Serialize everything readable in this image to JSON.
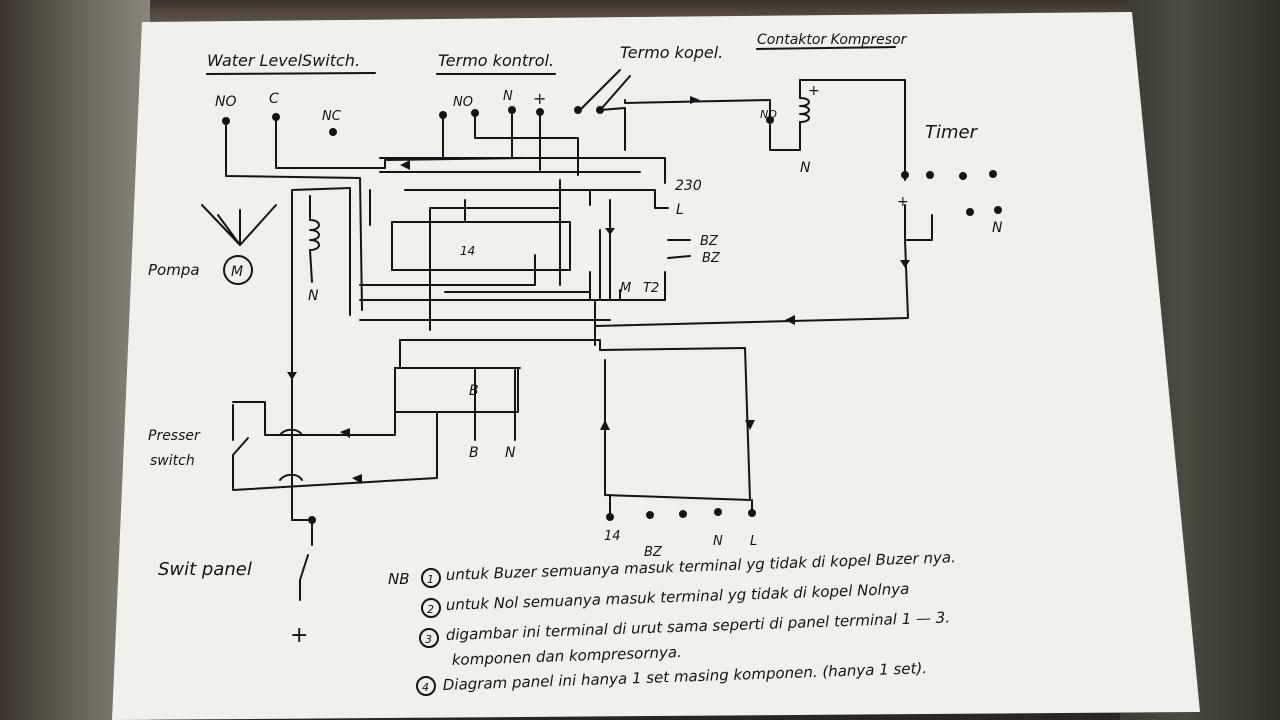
{
  "labels": {
    "water_level_switch": "Water LevelSwitch.",
    "termo_kontrol": "Termo kontrol.",
    "termo_kopel": "Termo kopel.",
    "contaktor_kompresor": "Contaktor Kompresor",
    "timer": "Timer",
    "pompa": "Pompa",
    "motor_symbol": "M",
    "n_label": "N",
    "presser_switch_1": "Presser",
    "presser_switch_2": "switch",
    "swit_panel": "Swit panel",
    "plus": "+",
    "wl_no": "NO",
    "wl_c": "C",
    "wl_nc": "NC",
    "tk_no": "NO",
    "tk_n": "N",
    "tk_plus": "+",
    "t230": "230",
    "tl": "L",
    "tbz1": "BZ",
    "tbz2": "BZ",
    "tm": "M",
    "tt2": "T2",
    "t14": "14",
    "c_no": "NO",
    "c_n": "N",
    "c_plus": "+",
    "timer_plus": "+",
    "timer_n": "N",
    "b_label": "B",
    "bn_b": "B",
    "bn_n": "N",
    "bot_14": "14",
    "bot_bz": "BZ",
    "bot_n": "N",
    "bot_l": "L"
  },
  "notes": {
    "nb": "NB",
    "n1_num": "1",
    "n1": "untuk Buzer semuanya masuk terminal yg tidak di kopel Buzer nya.",
    "n2_num": "2",
    "n2": "untuk Nol semuanya masuk terminal yg tidak di kopel Nolnya",
    "n3_num": "3",
    "n3a": "digambar ini terminal di urut sama seperti di panel terminal 1 — 3.",
    "n3b": "komponen dan kompresornya.",
    "n4_num": "4",
    "n4": "Diagram panel ini hanya 1 set masing komponen. (hanya 1 set)."
  },
  "colors": {
    "paper": "#f1f0ea",
    "ink": "#151515"
  }
}
